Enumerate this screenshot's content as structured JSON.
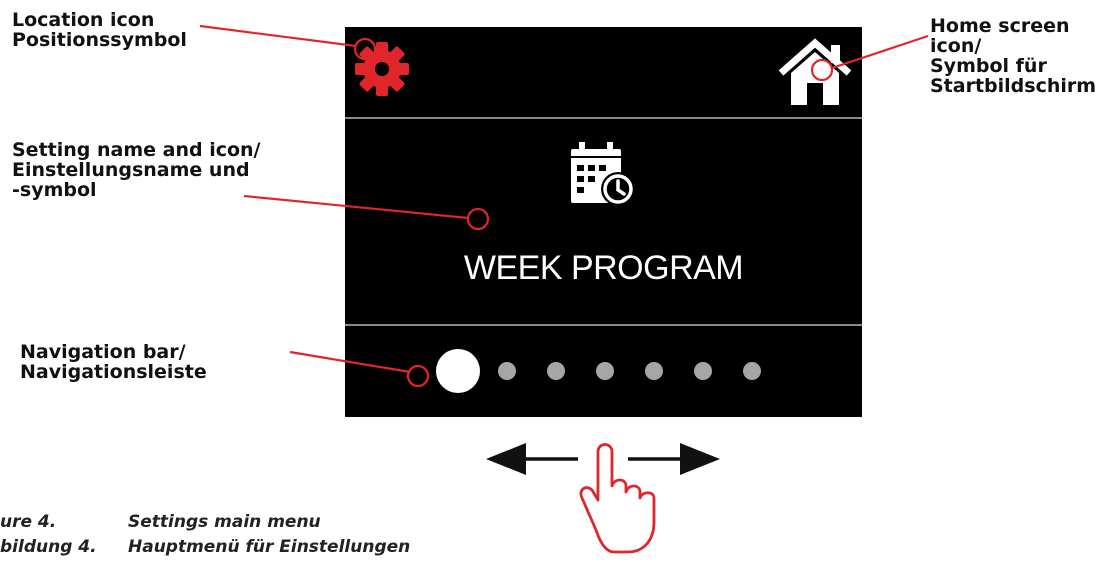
{
  "callouts": {
    "location": [
      "Location icon",
      "Positionssymbol"
    ],
    "home": [
      "Home screen",
      "icon/",
      "Symbol für",
      "Startbildschirm"
    ],
    "setting": [
      "Setting name and icon/",
      "Einstellungsname und",
      "-symbol"
    ],
    "navigation": [
      "Navigation bar/",
      "Navigationsleiste"
    ]
  },
  "screen": {
    "setting_name": "WEEK PROGRAM",
    "location_icon": "gear-icon",
    "home_icon": "house-icon",
    "setting_icon": "calendar-clock-icon",
    "nav": {
      "total": 7,
      "active": 1
    }
  },
  "caption": {
    "en_prefix": "ure 4.",
    "en_text": "Settings main menu",
    "de_prefix": "bildung 4.",
    "de_text": "Hauptmenü für Einstellungen"
  },
  "colors": {
    "accent": "#e0262b",
    "screen_bg": "#000000",
    "divider": "#8a8a8a",
    "dot_active": "#ffffff",
    "dot_inactive": "#a6a6a6"
  }
}
